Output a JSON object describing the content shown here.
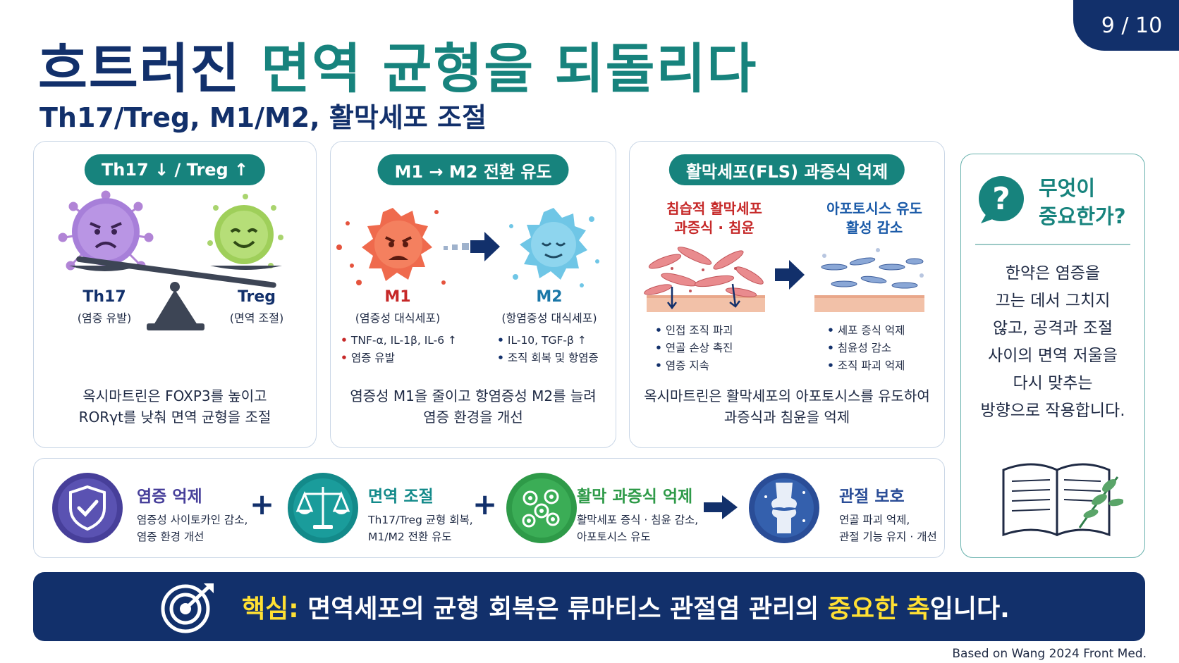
{
  "page_number": "9 / 10",
  "title_part1": "흐트러진",
  "title_part2": "면역 균형을 되돌리다",
  "subtitle": "Th17/Treg, M1/M2, 활막세포 조절",
  "card1": {
    "pill": "Th17 ↓ / Treg ↑",
    "left_label": "Th17",
    "left_sub": "(염증 유발)",
    "right_label": "Treg",
    "right_sub": "(면역 조절)",
    "foot1": "옥시마트린은 FOXP3를 높이고",
    "foot2": "RORγt를 낮춰 면역 균형을 조절"
  },
  "card2": {
    "pill": "M1 → M2 전환 유도",
    "m1_label": "M1",
    "m1_sub": "(염증성 대식세포)",
    "m1_bullets": [
      "TNF-α, IL-1β, IL-6 ↑",
      "염증 유발"
    ],
    "m2_label": "M2",
    "m2_sub": "(항염증성 대식세포)",
    "m2_bullets": [
      "IL-10, TGF-β ↑",
      "조직 회복 및 항염증"
    ],
    "foot1": "염증성 M1을 줄이고 항염증성 M2를 늘려",
    "foot2": "염증 환경을 개선"
  },
  "card3": {
    "pill": "활막세포(FLS) 과증식 억제",
    "left_head1": "침습적 활막세포",
    "left_head2": "과증식 · 침윤",
    "right_head1": "아포토시스 유도",
    "right_head2": "활성 감소",
    "left_bullets": [
      "인접 조직 파괴",
      "연골 손상 촉진",
      "염증 지속"
    ],
    "right_bullets": [
      "세포 증식 억제",
      "침윤성 감소",
      "조직 파괴 억제"
    ],
    "foot1": "옥시마트린은 활막세포의 아포토시스를 유도하여",
    "foot2": "과증식과 침윤을 억제"
  },
  "side": {
    "heading1": "무엇이",
    "heading2": "중요한가?",
    "lines": [
      "한약은 염증을",
      "끄는 데서 그치지",
      "않고, 공격과 조절",
      "사이의 면역 저울을",
      "다시 맞추는",
      "방향으로 작용합니다."
    ]
  },
  "flow": [
    {
      "title": "염증 억제",
      "desc1": "염증성 사이토카인 감소,",
      "desc2": "염증 환경 개선",
      "icon": "shield-check-icon"
    },
    {
      "title": "면역 조절",
      "desc1": "Th17/Treg 균형 회복,",
      "desc2": "M1/M2 전환 유도",
      "icon": "scale-icon"
    },
    {
      "title": "활막 과증식 억제",
      "desc1": "활막세포 증식 · 침윤 감소,",
      "desc2": "아포토시스 유도",
      "icon": "cells-icon"
    },
    {
      "title": "관절 보호",
      "desc1": "연골 파괴 억제,",
      "desc2": "관절 기능 유지 · 개선",
      "icon": "joint-icon"
    }
  ],
  "flow_symbols": {
    "plus": "+"
  },
  "banner": {
    "lead": "핵심:",
    "text_a": " 면역세포의 균형 회복은 류마티스 관절염 관리의 ",
    "highlight": "중요한 축",
    "text_b": "입니다."
  },
  "source": "Based on Wang 2024 Front Med.",
  "colors": {
    "navy": "#12306b",
    "teal": "#17837d",
    "red": "#c62828",
    "yellow": "#ffe033"
  }
}
